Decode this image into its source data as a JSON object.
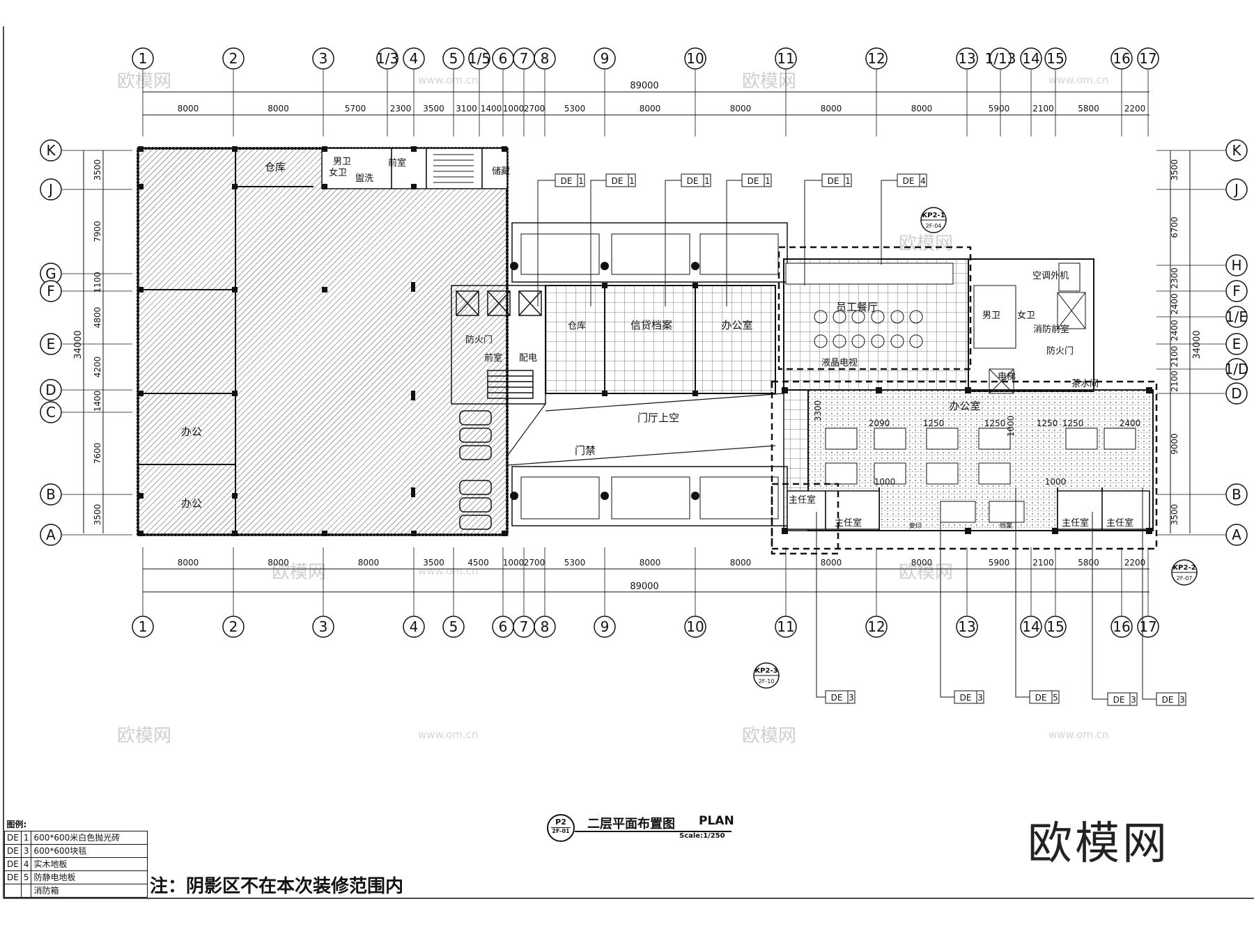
{
  "drawing": {
    "title": "二层平面布置图",
    "title_en": "PLAN",
    "scale": "Scale:1/250",
    "sheet_no": "P2",
    "sheet_ref": "2F-01",
    "note": "注：阴影区不在本次装修范围内",
    "logo": "欧模网",
    "watermark": "欧模网",
    "watermark_url": "www.om.cn"
  },
  "axes": {
    "columns": [
      "1",
      "2",
      "3",
      "1/3",
      "4",
      "5",
      "1/5",
      "6",
      "7",
      "8",
      "9",
      "10",
      "11",
      "12",
      "13",
      "1/13",
      "14",
      "15",
      "16",
      "17"
    ],
    "columns_bottom": [
      "1",
      "2",
      "3",
      "4",
      "5",
      "6",
      "7",
      "8",
      "9",
      "10",
      "11",
      "12",
      "13",
      "14",
      "15",
      "16",
      "17"
    ],
    "rows_left": [
      "K",
      "J",
      "G",
      "F",
      "E",
      "D",
      "C",
      "B",
      "A"
    ],
    "rows_right": [
      "K",
      "J",
      "H",
      "F",
      "1/E",
      "E",
      "1/D",
      "D",
      "B",
      "A"
    ]
  },
  "dimensions": {
    "total": "89000",
    "top": [
      "8000",
      "8000",
      "5700",
      "2300",
      "3500",
      "3100",
      "1400",
      "1000",
      "2700",
      "5300",
      "8000",
      "8000",
      "8000",
      "8000",
      "5900",
      "2100",
      "5800",
      "2200"
    ],
    "bottom": [
      "8000",
      "8000",
      "8000",
      "3500",
      "4500",
      "1000",
      "2700",
      "5300",
      "8000",
      "8000",
      "8000",
      "8000",
      "5900",
      "2100",
      "5800",
      "2200"
    ],
    "left_total": "34000",
    "left": [
      "3500",
      "7900",
      "1100",
      "4800",
      "4200",
      "1400",
      "7600",
      "3500"
    ],
    "right_total": "34000",
    "right": [
      "3500",
      "6700",
      "2300",
      "2400",
      "2400",
      "2100",
      "2100",
      "9000",
      "3500"
    ],
    "interior": [
      "3300",
      "2090",
      "1250",
      "1250",
      "1000",
      "1250",
      "1250",
      "2400",
      "1000",
      "1000"
    ]
  },
  "rooms": {
    "warehouse_top": "仓库",
    "male_wc": "男卫",
    "female_wc": "女卫",
    "cleaning": "盥洗",
    "anteroom": "前室",
    "storage": "储藏",
    "office_left_1": "办公",
    "office_left_2": "办公",
    "fire_door": "防火门",
    "anteroom_2": "前室",
    "power": "配电",
    "warehouse_mid": "仓库",
    "archive": "信贷档案",
    "office_mid": "办公室",
    "lobby_void": "门厅上空",
    "access_control": "门禁",
    "staff_canteen": "员工餐厅",
    "lcd_tv": "液晶电视",
    "ac_outdoor": "空调外机",
    "male_wc_2": "男卫",
    "female_wc_2": "女卫",
    "fire_anteroom": "消防前室",
    "fire_door_2": "防火门",
    "elevator": "电梯",
    "water_room": "茶水间",
    "office_main": "办公室",
    "director_1": "主任室",
    "director_1_label": "主任室",
    "director_2": "主任室",
    "director_3": "主任室",
    "copy_label": "复印",
    "files_label": "档案"
  },
  "tags": {
    "de_top": [
      {
        "code": "DE",
        "num": "1"
      },
      {
        "code": "DE",
        "num": "1"
      },
      {
        "code": "DE",
        "num": "1"
      },
      {
        "code": "DE",
        "num": "1"
      },
      {
        "code": "DE",
        "num": "1"
      },
      {
        "code": "DE",
        "num": "4"
      }
    ],
    "de_bottom": [
      {
        "code": "DE",
        "num": "3"
      },
      {
        "code": "DE",
        "num": "3"
      },
      {
        "code": "DE",
        "num": "5"
      },
      {
        "code": "DE",
        "num": "3"
      },
      {
        "code": "DE",
        "num": "3"
      }
    ],
    "kp": [
      {
        "id": "KP2-1",
        "ref": "2F-04"
      },
      {
        "id": "KP2-2",
        "ref": "2F-07"
      },
      {
        "id": "KP2-3",
        "ref": "2F-10"
      }
    ]
  },
  "legend": {
    "header": "图例:",
    "items": [
      {
        "code": "DE",
        "num": "1",
        "desc": "600*600米白色抛光砖"
      },
      {
        "code": "DE",
        "num": "3",
        "desc": "600*600块毯"
      },
      {
        "code": "DE",
        "num": "4",
        "desc": "实木地板"
      },
      {
        "code": "DE",
        "num": "5",
        "desc": "防静电地板"
      },
      {
        "code": "",
        "num": "",
        "desc": "消防箱"
      }
    ]
  }
}
